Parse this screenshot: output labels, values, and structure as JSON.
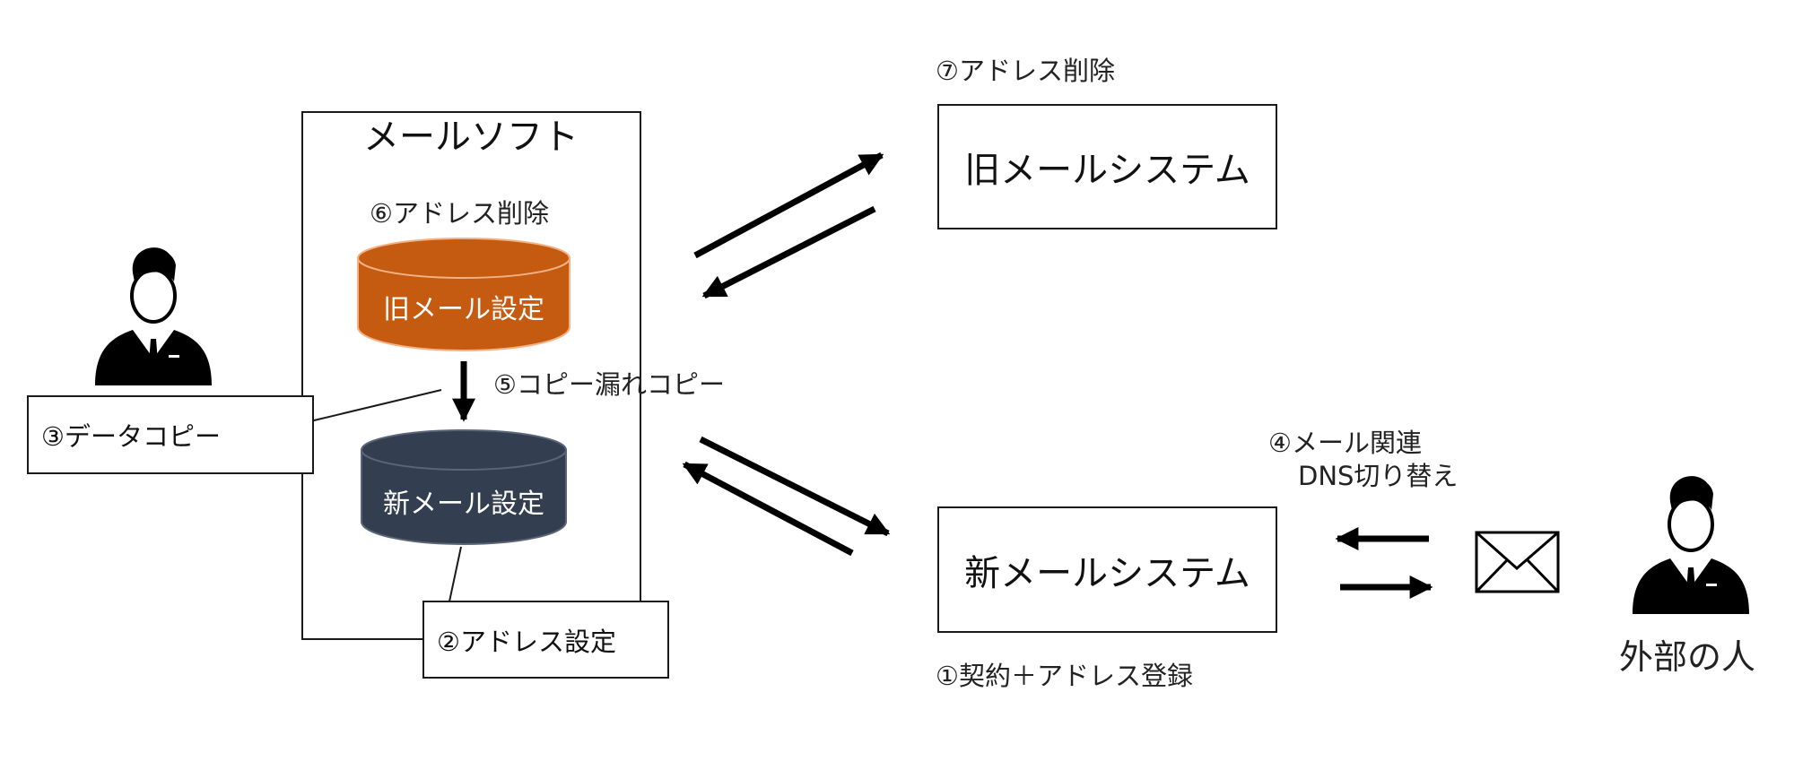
{
  "mail_soft": {
    "title": "メールソフト",
    "delete_label": "⑥アドレス削除",
    "old_settings": "旧メール設定",
    "new_settings": "新メール設定",
    "copy_missing_label": "⑤コピー漏れコピー",
    "address_setting": "②アドレス設定",
    "data_copy": "③データコピー"
  },
  "old_system": {
    "label": "旧メールシステム",
    "delete_label": "⑦アドレス削除"
  },
  "new_system": {
    "label": "新メールシステム",
    "contract_label": "①契約＋アドレス登録"
  },
  "dns": {
    "line1": "④メール関連",
    "line2": "DNS切り替え"
  },
  "external": {
    "label": "外部の人"
  },
  "icons": {
    "user": "person-suit-icon",
    "mail": "envelope-icon",
    "database": "cylinder-icon"
  },
  "colors": {
    "old_db": "#c55a11",
    "new_db": "#333f50",
    "line": "#000000"
  }
}
